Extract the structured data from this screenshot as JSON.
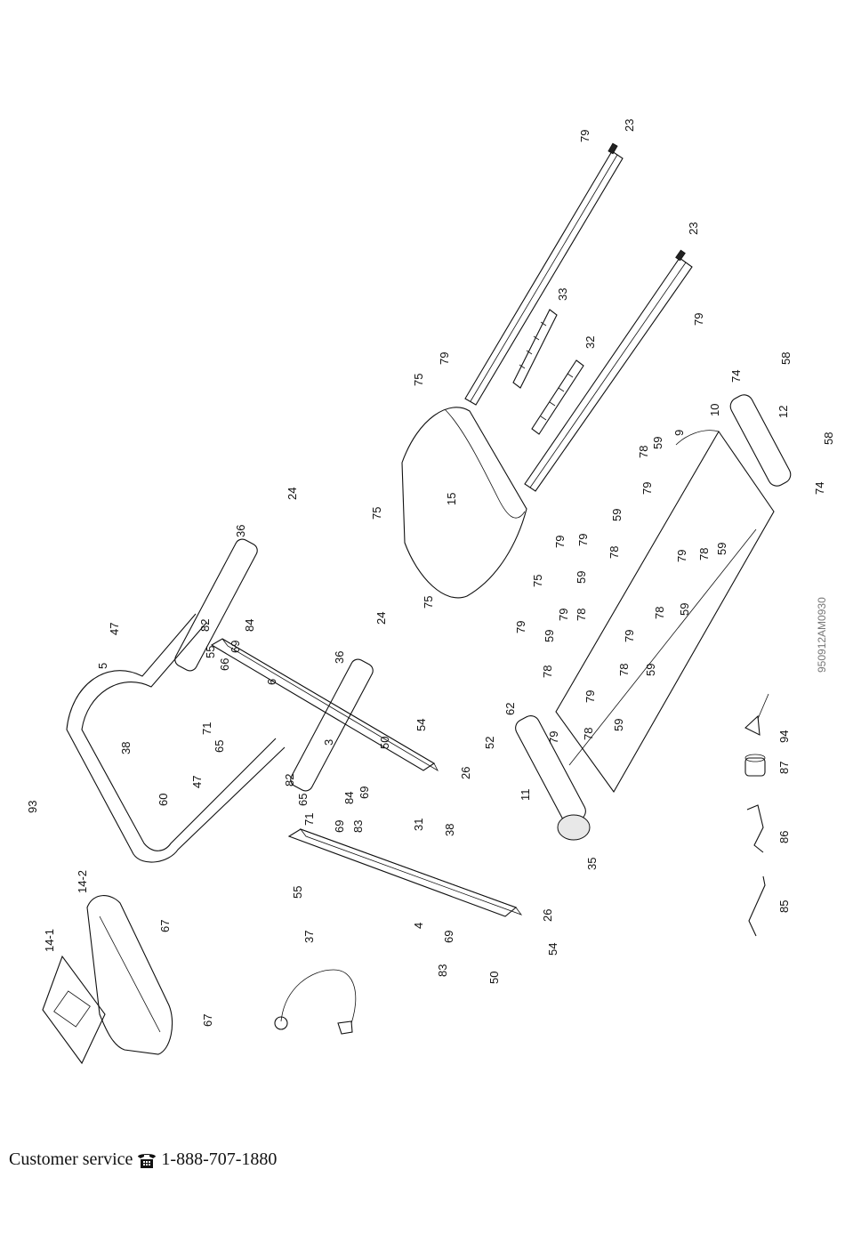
{
  "drawing_code": "950912AM0930",
  "footer": {
    "label": "Customer service",
    "phone": "1-888-707-1880",
    "icon": "telephone-icon"
  },
  "labels": {
    "p23a": "23",
    "p23b": "23",
    "p79a": "79",
    "p79b": "79",
    "p79c": "79",
    "p79d": "79",
    "p33": "33",
    "p32": "32",
    "p75a": "75",
    "p75b": "75",
    "p75c": "75",
    "p75d": "75",
    "p15": "15",
    "p58a": "58",
    "p58b": "58",
    "p74a": "74",
    "p74b": "74",
    "p12": "12",
    "p10": "10",
    "p9": "9",
    "p78a": "78",
    "p59a": "59",
    "p79e": "79",
    "p79f": "79",
    "p59b": "59",
    "p78b": "78",
    "p59c": "59",
    "p79g": "79",
    "p78c": "78",
    "p79h": "79",
    "p78d": "78",
    "p59d": "59",
    "p79i": "79",
    "p59e": "59",
    "p78e": "78",
    "p78f": "78",
    "p79j": "79",
    "p59f": "59",
    "p79k": "79",
    "p78g": "78",
    "p59g": "59",
    "p79l": "79",
    "p78h": "78",
    "p59h": "59",
    "p24a": "24",
    "p24b": "24",
    "p36a": "36",
    "p36b": "36",
    "p47a": "47",
    "p47b": "47",
    "p82a": "82",
    "p82b": "82",
    "p5": "5",
    "p84a": "84",
    "p84b": "84",
    "p69a": "69",
    "p69b": "69",
    "p69c": "69",
    "p69d": "69",
    "p66": "66",
    "p55a": "55",
    "p55b": "55",
    "p6": "6",
    "p71a": "71",
    "p71b": "71",
    "p65a": "65",
    "p65b": "65",
    "p50a": "50",
    "p50b": "50",
    "p54a": "54",
    "p54b": "54",
    "p3": "3",
    "p4": "4",
    "p38a": "38",
    "p38b": "38",
    "p93": "93",
    "p60": "60",
    "p83a": "83",
    "p83b": "83",
    "p31": "31",
    "p26a": "26",
    "p26b": "26",
    "p62": "62",
    "p52": "52",
    "p11": "11",
    "p35": "35",
    "p94": "94",
    "p87": "87",
    "p86": "86",
    "p85": "85",
    "p14_1": "14-1",
    "p14_2": "14-2",
    "p67a": "67",
    "p67b": "67",
    "p37": "37"
  }
}
